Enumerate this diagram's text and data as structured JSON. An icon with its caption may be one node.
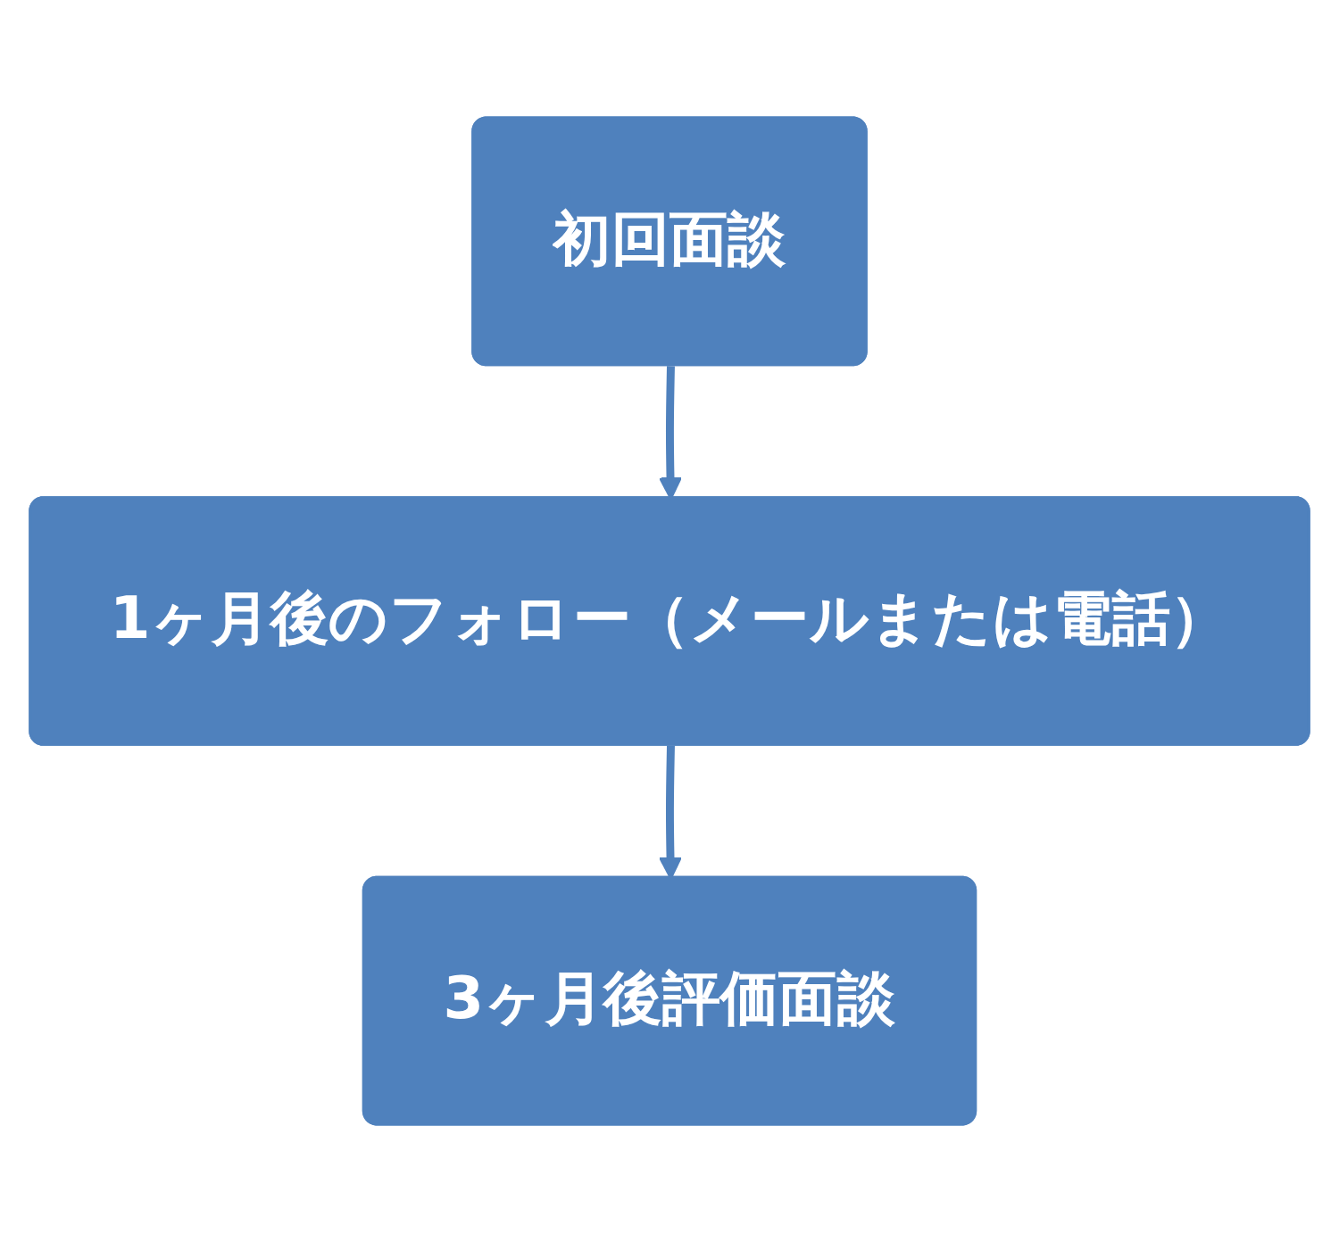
{
  "diagram": {
    "nodes": [
      {
        "text": [
          "初回面談"
        ]
      },
      {
        "text": [
          "1ヶ月後のフォロー（メールまたは電話）"
        ]
      },
      {
        "text": [
          "3ヶ月後評価面談"
        ]
      }
    ],
    "edges": [
      {
        "from": 0,
        "to": 1,
        "arrow": "to"
      },
      {
        "from": 1,
        "to": 2,
        "arrow": "to"
      }
    ]
  }
}
